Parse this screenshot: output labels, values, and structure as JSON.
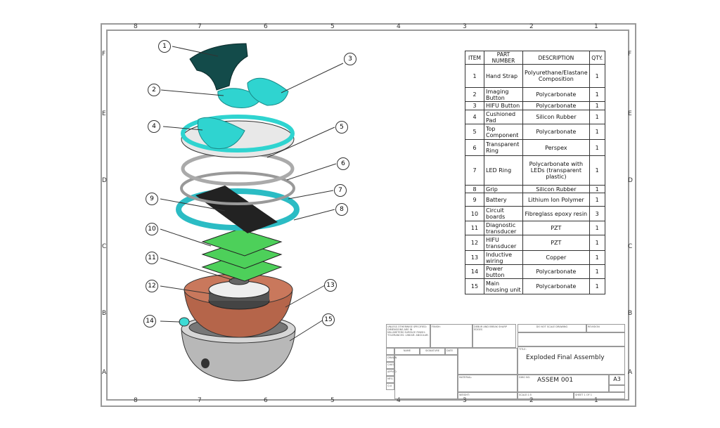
{
  "zones": {
    "columns": [
      "8",
      "7",
      "6",
      "5",
      "4",
      "3",
      "2",
      "1"
    ],
    "rows": [
      "F",
      "E",
      "D",
      "C",
      "B",
      "A"
    ]
  },
  "balloons": [
    "1",
    "2",
    "3",
    "4",
    "5",
    "6",
    "7",
    "8",
    "9",
    "10",
    "11",
    "12",
    "13",
    "14",
    "15"
  ],
  "bom": {
    "headers": [
      "ITEM",
      "PART NUMBER",
      "DESCRIPTION",
      "QTY."
    ],
    "rows": [
      {
        "item": "1",
        "part": "Hand Strap",
        "desc": "Polyurethane/Elastane Composition",
        "qty": "1"
      },
      {
        "item": "2",
        "part": "Imaging Button",
        "desc": "Polycarbonate",
        "qty": "1"
      },
      {
        "item": "3",
        "part": "HIFU Button",
        "desc": "Polycarbonate",
        "qty": "1"
      },
      {
        "item": "4",
        "part": "Cushioned Pad",
        "desc": "Silicon Rubber",
        "qty": "1"
      },
      {
        "item": "5",
        "part": "Top Component",
        "desc": "Polycarbonate",
        "qty": "1"
      },
      {
        "item": "6",
        "part": "Transparent Ring",
        "desc": "Perspex",
        "qty": "1"
      },
      {
        "item": "7",
        "part": "LED Ring",
        "desc": "Polycarbonate with LEDs (transparent plastic)",
        "qty": "1"
      },
      {
        "item": "8",
        "part": "Grip",
        "desc": "Silicon Rubber",
        "qty": "1"
      },
      {
        "item": "9",
        "part": "Battery",
        "desc": "Lithium Ion Polymer",
        "qty": "1"
      },
      {
        "item": "10",
        "part": "Circuit boards",
        "desc": "Fibreglass epoxy resin",
        "qty": "3"
      },
      {
        "item": "11",
        "part": "Diagnostic transducer",
        "desc": "PZT",
        "qty": "1"
      },
      {
        "item": "12",
        "part": "HIFU transducer",
        "desc": "PZT",
        "qty": "1"
      },
      {
        "item": "13",
        "part": "Inductive wiring",
        "desc": "Copper",
        "qty": "1"
      },
      {
        "item": "14",
        "part": "Power button",
        "desc": "Polycarbonate",
        "qty": "1"
      },
      {
        "item": "15",
        "part": "Main housing unit",
        "desc": "Polycarbonate",
        "qty": "1"
      }
    ]
  },
  "title_block": {
    "notes": "UNLESS OTHERWISE SPECIFIED: DIMENSIONS ARE IN MILLIMETERS SURFACE FINISH: TOLERANCES: LINEAR: ANGULAR:",
    "finish": "FINISH:",
    "deburr": "DEBUR AND BREAK SHARP EDGES",
    "do_not_scale": "DO NOT SCALE DRAWING",
    "revision": "REVISION",
    "name": "NAME",
    "signature": "SIGNATURE",
    "date": "DATE",
    "drawn": "DRAWN",
    "chkd": "CHK'D",
    "appvd": "APPV'D",
    "mfg": "MFG",
    "qa": "Q.A",
    "material": "MATERIAL:",
    "weight": "WEIGHT:",
    "title_label": "TITLE:",
    "title": "Exploded Final Assembly",
    "dwg_label": "DWG NO.",
    "dwg_no": "ASSEM 001",
    "size": "A3",
    "scale": "SCALE:1:5",
    "sheet": "SHEET 1 OF 1"
  }
}
